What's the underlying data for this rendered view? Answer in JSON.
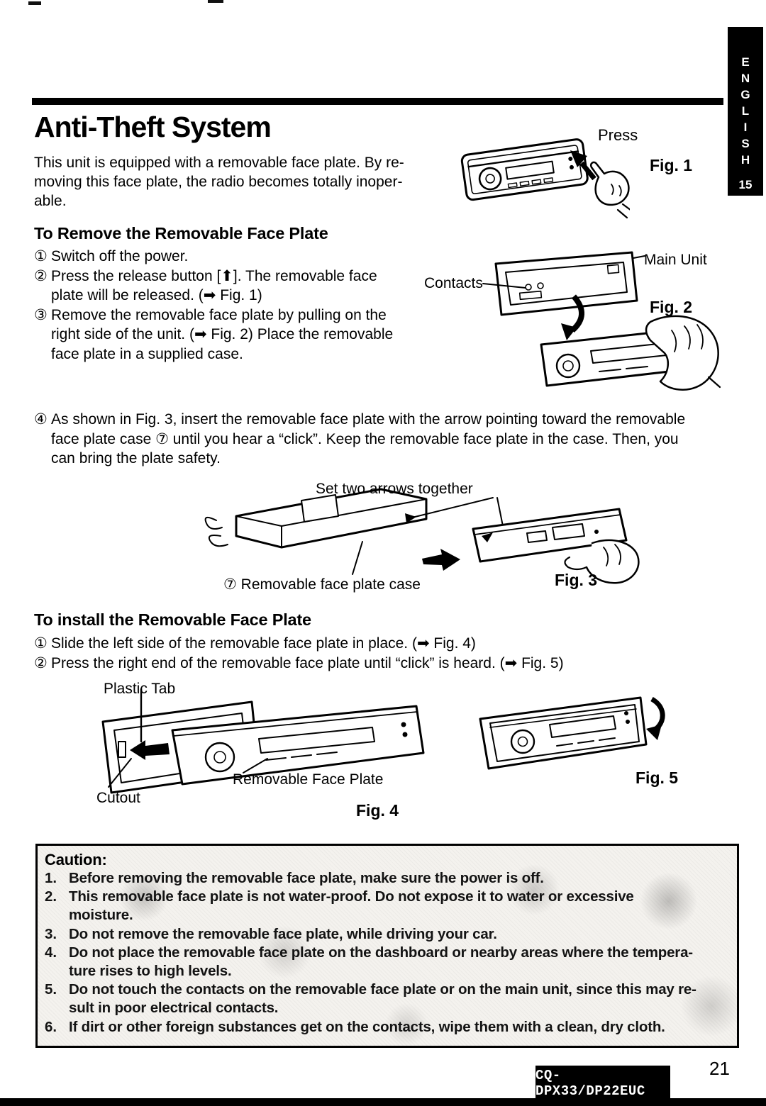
{
  "sidebar": {
    "letters": [
      "E",
      "N",
      "G",
      "L",
      "I",
      "S",
      "H"
    ],
    "page_ref": "15"
  },
  "header": {
    "title": "Anti-Theft System"
  },
  "intro": {
    "text": "This unit is equipped with a removable face plate. By re-\nmoving this face plate, the radio becomes totally inoper-\nable."
  },
  "remove_section": {
    "heading": "To Remove the Removable Face Plate",
    "steps": [
      {
        "num": "①",
        "text": "Switch off the power."
      },
      {
        "num": "②",
        "text": "Press the release button [⬆]. The removable face\nplate will be released. (➡ Fig. 1)"
      },
      {
        "num": "③",
        "text": "Remove the removable face plate by pulling on the\nright side of the unit. (➡ Fig. 2) Place the removable\nface plate in a supplied case."
      },
      {
        "num": "④",
        "text": "As shown in Fig. 3, insert the removable face plate with the arrow pointing toward the removable\nface plate case ⑦ until you hear a “click”. Keep the removable face plate in the case. Then, you\ncan bring the plate safety."
      }
    ]
  },
  "install_section": {
    "heading": "To install the Removable Face Plate",
    "steps": [
      {
        "num": "①",
        "text": "Slide the left side of the removable face plate in place. (➡ Fig. 4)"
      },
      {
        "num": "②",
        "text": "Press the right end of the removable face plate until “click” is heard. (➡ Fig. 5)"
      }
    ]
  },
  "figures": {
    "fig1": {
      "caption": "Fig. 1",
      "press": "Press"
    },
    "fig2": {
      "caption": "Fig. 2",
      "main_unit": "Main Unit",
      "contacts": "Contacts"
    },
    "fig3": {
      "caption": "Fig. 3",
      "arrows_label": "Set two arrows together",
      "case_label": "⑦ Removable face plate case"
    },
    "fig4": {
      "caption": "Fig. 4",
      "plastic_tab": "Plastic Tab",
      "cutout": "Cutout",
      "face_plate": "Removable Face Plate"
    },
    "fig5": {
      "caption": "Fig. 5"
    }
  },
  "caution": {
    "heading": "Caution:",
    "items": [
      {
        "num": "1.",
        "text": "Before removing the removable face plate, make sure the power is off."
      },
      {
        "num": "2.",
        "text": "This removable face plate is not water-proof. Do not expose it to water or excessive\nmoisture."
      },
      {
        "num": "3.",
        "text": "Do not remove the removable face plate, while driving your car."
      },
      {
        "num": "4.",
        "text": "Do not place the removable face plate on the dashboard or nearby areas where the tempera-\nture rises to high levels."
      },
      {
        "num": "5.",
        "text": "Do not touch the contacts on the removable face plate or on the main unit, since this may re-\nsult in poor electrical contacts."
      },
      {
        "num": "6.",
        "text": "If dirt or other foreign substances get on the contacts, wipe them with a clean, dry cloth."
      }
    ]
  },
  "footer": {
    "model": "CQ-DPX33/DP22EUC",
    "page_number": "21"
  }
}
